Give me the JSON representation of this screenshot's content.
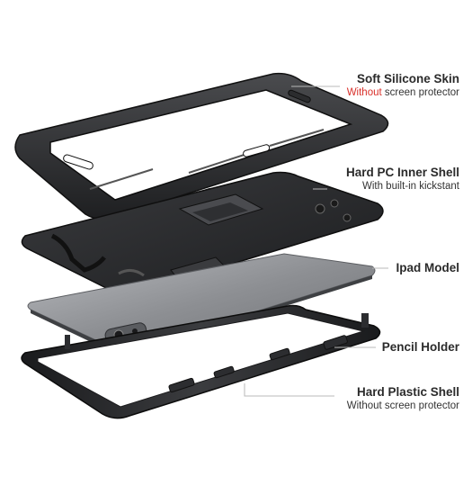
{
  "colors": {
    "red_accent": "#d9302a",
    "blue_accent": "#2e4f9c",
    "shell_dark": "#2a2b2d",
    "ipad_gray": "#8a8c90"
  },
  "labels": {
    "silicone": {
      "name": "Soft Silicone Skin",
      "sub_accent": "Without",
      "sub_rest": " screen protector"
    },
    "inner_shell": {
      "name": "Hard PC Inner Shell",
      "sub": "With built-in kickstant"
    },
    "ipad": {
      "name": "Ipad Model"
    },
    "pencil": {
      "name": "Pencil Holder"
    },
    "plastic_shell": {
      "name": "Hard Plastic Shell",
      "sub": "Without screen protector"
    }
  }
}
